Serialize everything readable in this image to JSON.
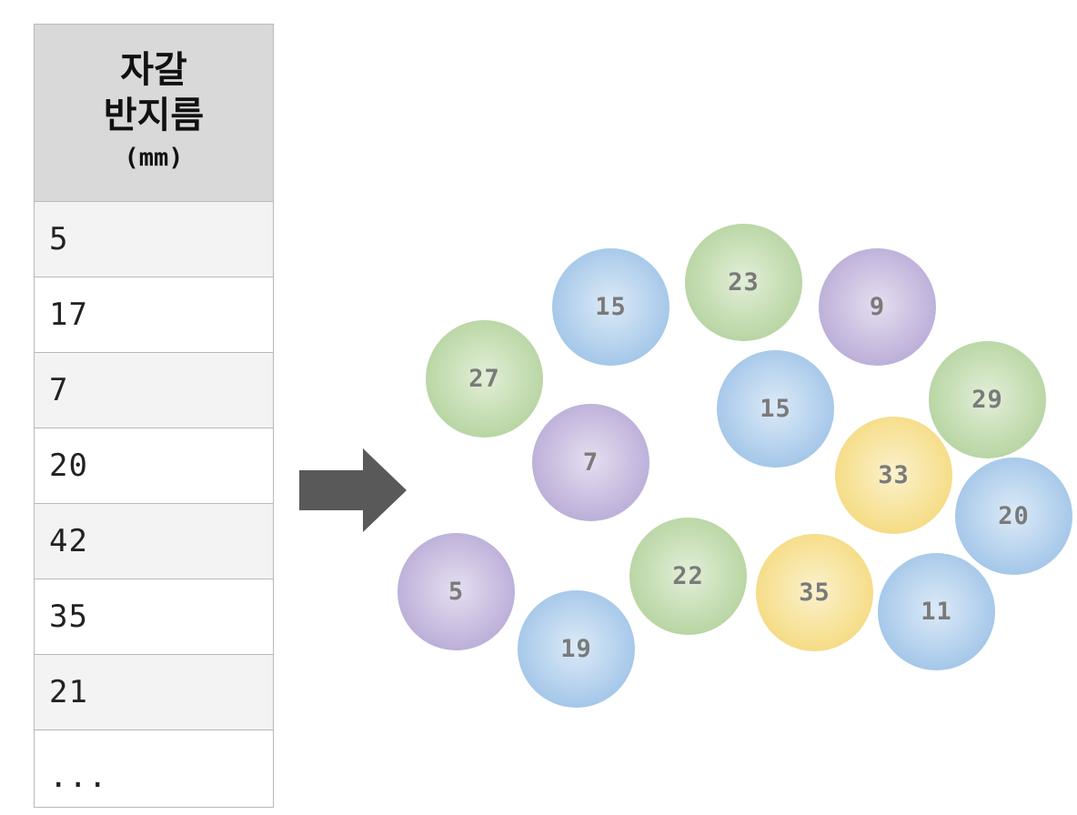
{
  "table": {
    "header": {
      "line1": "자갈",
      "line2": "반지름",
      "line3": "(mm)"
    },
    "rows": [
      "5",
      "17",
      "7",
      "20",
      "42",
      "35",
      "21",
      "..."
    ]
  },
  "balls": [
    {
      "label": "15",
      "color": "blue"
    },
    {
      "label": "23",
      "color": "green"
    },
    {
      "label": "9",
      "color": "purple"
    },
    {
      "label": "27",
      "color": "green"
    },
    {
      "label": "15",
      "color": "blue"
    },
    {
      "label": "29",
      "color": "green"
    },
    {
      "label": "7",
      "color": "purple"
    },
    {
      "label": "33",
      "color": "yellow"
    },
    {
      "label": "20",
      "color": "blue"
    },
    {
      "label": "5",
      "color": "purple"
    },
    {
      "label": "22",
      "color": "green"
    },
    {
      "label": "35",
      "color": "yellow"
    },
    {
      "label": "11",
      "color": "blue"
    },
    {
      "label": "19",
      "color": "blue"
    }
  ],
  "colors": {
    "arrow": "#595959",
    "header_bg": "#d9d9d9",
    "blue": "#a9c9ea",
    "green": "#b9d6a3",
    "purple": "#bcaed8",
    "yellow": "#f5dc86"
  }
}
